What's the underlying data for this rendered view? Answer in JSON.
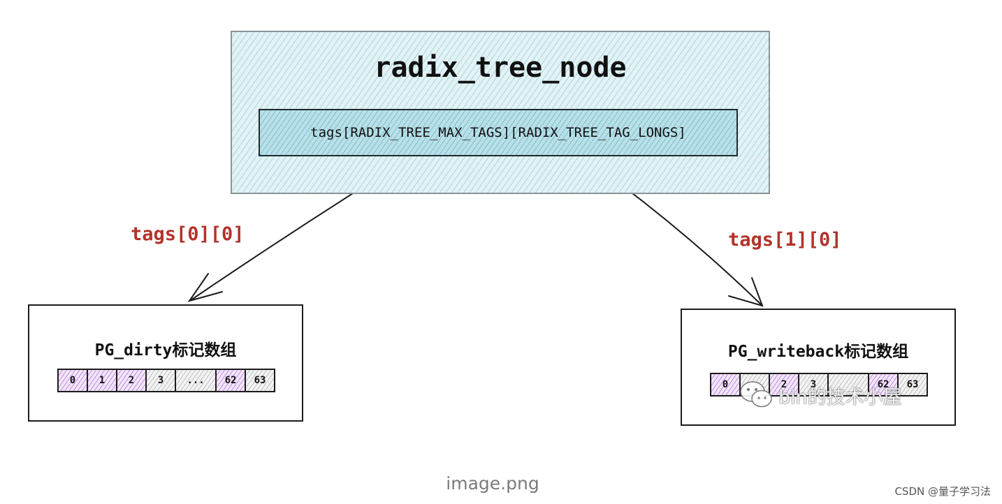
{
  "node": {
    "title": "radix_tree_node",
    "field": "tags[RADIX_TREE_MAX_TAGS][RADIX_TREE_TAG_LONGS]"
  },
  "edges": {
    "left_label": "tags[0][0]",
    "right_label": "tags[1][0]"
  },
  "left_array": {
    "title": "PG_dirty标记数组",
    "cells": [
      {
        "label": "0",
        "marked": true
      },
      {
        "label": "1",
        "marked": true
      },
      {
        "label": "2",
        "marked": true
      },
      {
        "label": "3",
        "marked": false
      },
      {
        "label": "...",
        "marked": false
      },
      {
        "label": "62",
        "marked": true
      },
      {
        "label": "63",
        "marked": false
      }
    ]
  },
  "right_array": {
    "title": "PG_writeback标记数组",
    "cells": [
      {
        "label": "0",
        "marked": true
      },
      {
        "label": "",
        "marked": false
      },
      {
        "label": "2",
        "marked": true
      },
      {
        "label": "3",
        "marked": false
      },
      {
        "label": "",
        "marked": false
      },
      {
        "label": "62",
        "marked": true
      },
      {
        "label": "63",
        "marked": false
      }
    ]
  },
  "watermark": {
    "text": "bin的技术小屋",
    "icon": "wechat-icon"
  },
  "caption": "image.png",
  "footer": "CSDN @量子学习法",
  "colors": {
    "node_fill": "#e3f2f5",
    "label_red": "#b2332a",
    "marked_purple": "#af6ed7"
  }
}
